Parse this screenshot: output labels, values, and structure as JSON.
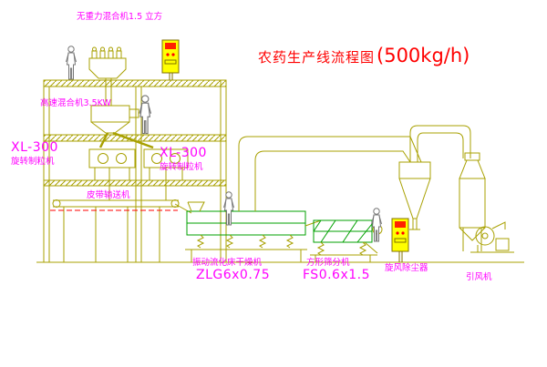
{
  "title": {
    "text": "农药生产线流程图",
    "capacity": "(500kg/h)"
  },
  "labels": {
    "top_mixer": "无重力混合机1.5 立方",
    "high_speed_mixer": "高速混合机3.5KW",
    "granulator_left_model": "XL-300",
    "granulator_left_name": "旋转制粒机",
    "granulator_mid_model": "XL-300",
    "granulator_mid_name": "旋转制粒机",
    "belt_conveyor": "皮带输送机",
    "dryer_name": "振动流化床干燥机",
    "dryer_model": "ZLG6x0.75",
    "sieve_name": "方形筛分机",
    "sieve_model": "FS0.6x1.5",
    "cyclone_dust_collector": "旋风除尘器",
    "induced_draft_fan": "引风机"
  },
  "colors": {
    "line_olive": "#a8a000",
    "equipment_green": "#00a000",
    "label_magenta": "#ff00ff",
    "title_red": "#ff0000",
    "cabinet_yellow": "#ffff00",
    "button_red": "#ff0000"
  }
}
